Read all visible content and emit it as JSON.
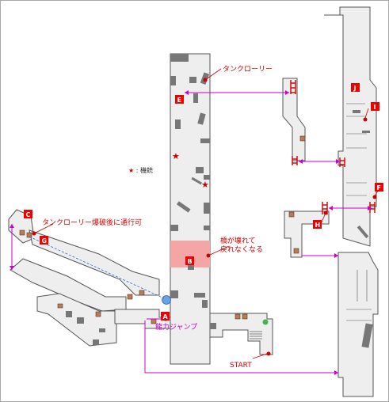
{
  "map": {
    "markers": {
      "A": "A",
      "B": "B",
      "C": "C",
      "E": "E",
      "F": "F",
      "G": "G",
      "H": "H",
      "I": "I",
      "J": "J"
    },
    "labels": {
      "tanker": "タンクローリー",
      "tanker_blast": "タンクローリー爆破後に通行可",
      "machine_gun_legend": "★ : 機銃",
      "bridge_broken_1": "橋が壊れて",
      "bridge_broken_2": "戻れなくなる",
      "ryoku_jump": "龍力ジャンプ",
      "start": "START"
    },
    "colors": {
      "floor": "#eeeeee",
      "wall": "#555555",
      "obstacle": "#777777",
      "door": "#b97a57",
      "marker": "#ee0000",
      "route": "#cc00cc",
      "broken_bridge": "#f4a6a6",
      "jump_point": "#6aa3e0",
      "start_point": "#4caf50"
    }
  }
}
